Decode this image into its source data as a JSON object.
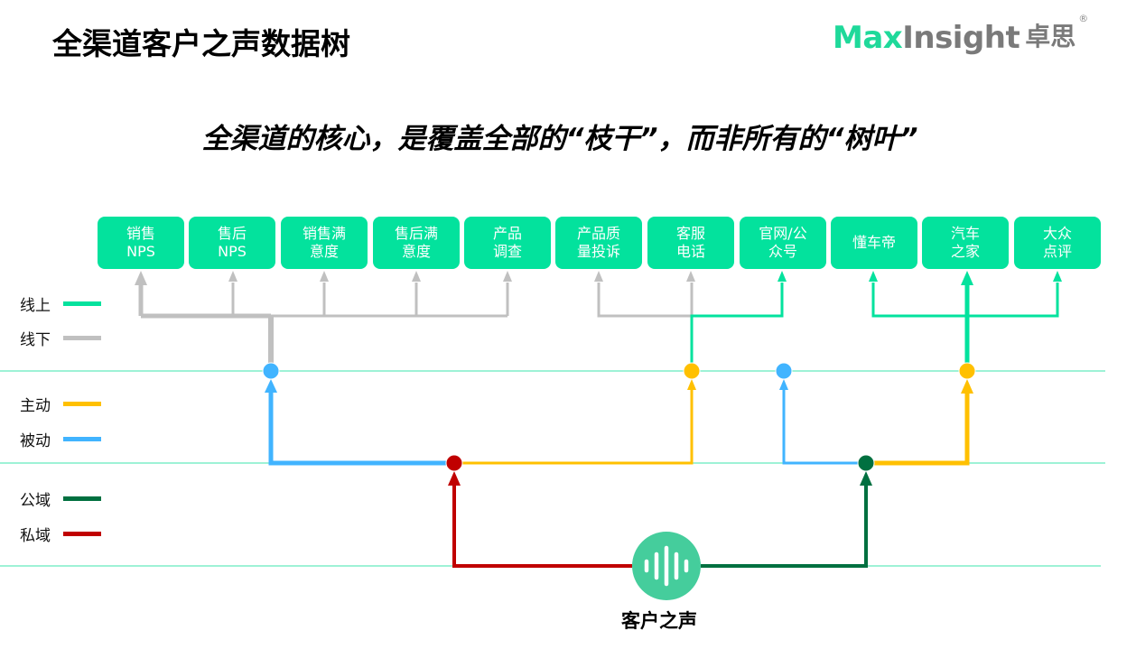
{
  "header": {
    "title": "全渠道客户之声数据树",
    "logo": {
      "brand_part1": "Max",
      "brand_part2": "Insight",
      "brand_cn": "卓思",
      "registered_mark": "®"
    }
  },
  "subtitle": "全渠道的核心，是覆盖全部的“枝干”，而非所有的“树叶”",
  "colors": {
    "online": "#03e29d",
    "offline": "#c0c0c0",
    "active": "#ffc000",
    "passive": "#41b4ff",
    "public": "#007040",
    "private": "#c00000",
    "root": "#45cd9c",
    "divider": "#7eeec8"
  },
  "legend": [
    {
      "label": "线上",
      "key": "online"
    },
    {
      "label": "线下",
      "key": "offline"
    },
    {
      "label": "主动",
      "key": "active"
    },
    {
      "label": "被动",
      "key": "passive"
    },
    {
      "label": "公域",
      "key": "public"
    },
    {
      "label": "私域",
      "key": "private"
    }
  ],
  "leaves": [
    {
      "label": "销售\nNPS",
      "channel": "offline"
    },
    {
      "label": "售后\nNPS",
      "channel": "offline"
    },
    {
      "label": "销售满\n意度",
      "channel": "offline"
    },
    {
      "label": "售后满\n意度",
      "channel": "offline"
    },
    {
      "label": "产品\n调查",
      "channel": "offline"
    },
    {
      "label": "产品质\n量投诉",
      "channel": "offline"
    },
    {
      "label": "客服\n电话",
      "channel": "offline"
    },
    {
      "label": "官网/公\n众号",
      "channel": "online"
    },
    {
      "label": "懂车帝",
      "channel": "online"
    },
    {
      "label": "汽车\n之家",
      "channel": "online"
    },
    {
      "label": "大众\n点评",
      "channel": "online"
    }
  ],
  "tree": {
    "root": {
      "label": "客户之声",
      "icon": "sound-wave-icon"
    },
    "domain_nodes": [
      {
        "name": "private",
        "children": [
          "passive-1",
          "active-1"
        ]
      },
      {
        "name": "public",
        "children": [
          "passive-2",
          "active-2"
        ]
      }
    ],
    "mode_nodes": [
      {
        "id": "passive-1",
        "type": "passive",
        "leaves": [
          0,
          1,
          2,
          3,
          4
        ]
      },
      {
        "id": "active-1",
        "type": "active",
        "leaves": [
          5,
          6,
          7
        ]
      },
      {
        "id": "passive-2",
        "type": "passive",
        "leaves": []
      },
      {
        "id": "active-2",
        "type": "active",
        "leaves": [
          8,
          9,
          10
        ]
      }
    ]
  }
}
